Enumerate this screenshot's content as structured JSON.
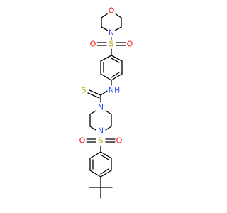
{
  "molecule": {
    "colors": {
      "bond": "#000000",
      "oxygen": "#ff0d0d",
      "nitrogen": "#3050f8",
      "sulfur": "#b2a300",
      "background": "#ffffff"
    },
    "atoms": {
      "morpholine_o": "O",
      "morpholine_n": "N",
      "top_sulfonyl_s": "S",
      "top_sulfonyl_o_left": "O",
      "top_sulfonyl_o_right": "O",
      "thioamide_nh": "NH",
      "thione_s": "S",
      "piperazine_n_top": "N",
      "piperazine_n_bottom": "N",
      "bottom_sulfonyl_s": "S",
      "bottom_sulfonyl_o_left": "O",
      "bottom_sulfonyl_o_right": "O"
    }
  }
}
